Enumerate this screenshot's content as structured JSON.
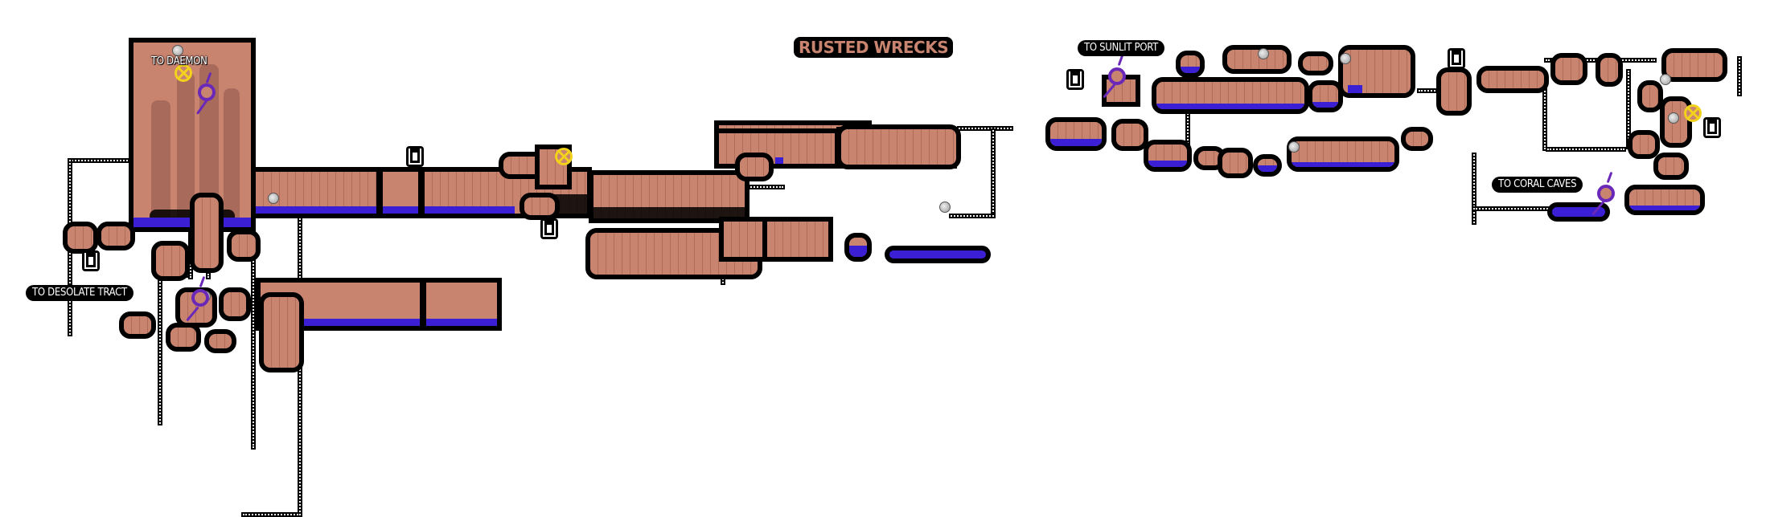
{
  "map": {
    "area_title": "RUSTED WRECKS",
    "exits": [
      {
        "id": "daemon",
        "label": "TO DAEMON"
      },
      {
        "id": "desolate-tract",
        "label": "TO DESOLATE TRACT"
      },
      {
        "id": "sunlit-port",
        "label": "TO SUNLIT PORT"
      },
      {
        "id": "coral-caves",
        "label": "TO CORAL CAVES"
      }
    ],
    "legend_icons": {
      "bench": "bench-icon",
      "waypoint": "waypoint-x-icon",
      "pearl": "orb-icon",
      "gate": "purple-portal-icon"
    },
    "colors": {
      "room_fill": "#c98470",
      "room_border": "#000000",
      "water": "#3a1fd4",
      "waypoint": "#f2d21c",
      "portal": "#6a28b8",
      "background": "#ffffff"
    }
  }
}
